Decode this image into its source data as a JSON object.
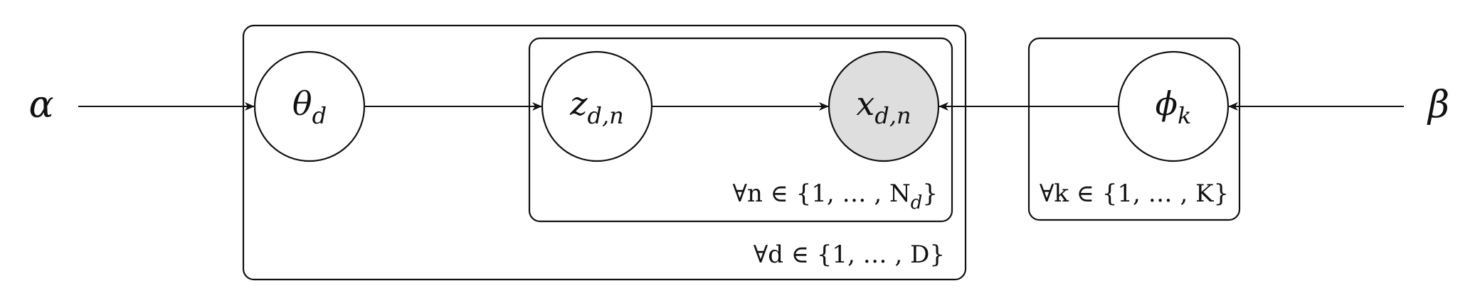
{
  "diagram": {
    "params": {
      "alpha": "α",
      "beta": "β"
    },
    "nodes": {
      "theta": {
        "symbol": "θ",
        "subscript": "d",
        "observed": false
      },
      "z": {
        "symbol": "z",
        "subscript": "d,n",
        "observed": false
      },
      "x": {
        "symbol": "x",
        "subscript": "d,n",
        "observed": true
      },
      "phi": {
        "symbol": "ϕ",
        "subscript": "k",
        "observed": false
      }
    },
    "plates": {
      "documents": {
        "label": "∀d ∈ {1, … , D}"
      },
      "words": {
        "label": "∀n ∈ {1, … , N",
        "label_subscript": "d",
        "label_end": "}"
      },
      "topics": {
        "label": "∀k ∈ {1, … , K}"
      }
    },
    "colors": {
      "observed_fill": "#dedede",
      "latent_fill": "#ffffff",
      "stroke": "#111111"
    },
    "edges": [
      {
        "from": "alpha",
        "to": "theta"
      },
      {
        "from": "theta",
        "to": "z"
      },
      {
        "from": "z",
        "to": "x"
      },
      {
        "from": "phi",
        "to": "x"
      },
      {
        "from": "beta",
        "to": "phi"
      }
    ]
  }
}
